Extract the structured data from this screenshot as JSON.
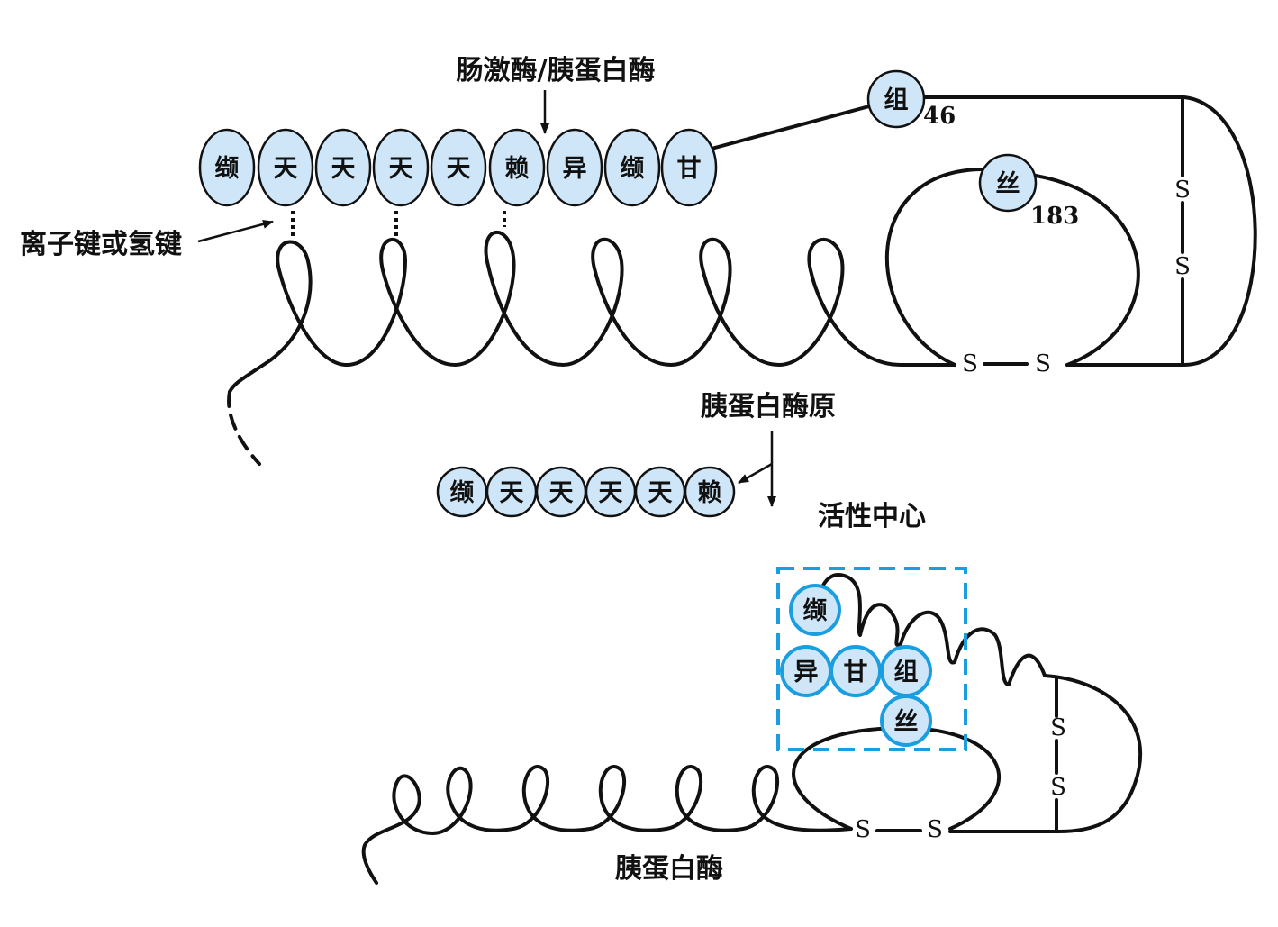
{
  "title": "胰蛋白酶原激活示意图",
  "colors": {
    "residue_fill": "#cfe6f8",
    "residue_stroke": "#111111",
    "active_fill": "#cfe6f8",
    "active_stroke": "#1a9ee0",
    "box_stroke": "#1a9ee0",
    "line": "#111111"
  },
  "labels": {
    "enzyme_cleavage": "肠激酶/胰蛋白酶",
    "ionic_bond": "离子键或氢键",
    "trypsinogen": "胰蛋白酶原",
    "active_center": "活性中心",
    "trypsin": "胰蛋白酶"
  },
  "zymogen_residues": [
    "缬",
    "天",
    "天",
    "天",
    "天",
    "赖",
    "异",
    "缬",
    "甘"
  ],
  "his": {
    "name": "组",
    "number": "46"
  },
  "ser": {
    "name": "丝",
    "number": "183"
  },
  "disulfide": [
    "S",
    "S"
  ],
  "released_peptide": [
    "缬",
    "天",
    "天",
    "天",
    "天",
    "赖"
  ],
  "active_site": {
    "top": "缬",
    "middle": [
      "异",
      "甘",
      "组"
    ],
    "bottom": "丝"
  }
}
